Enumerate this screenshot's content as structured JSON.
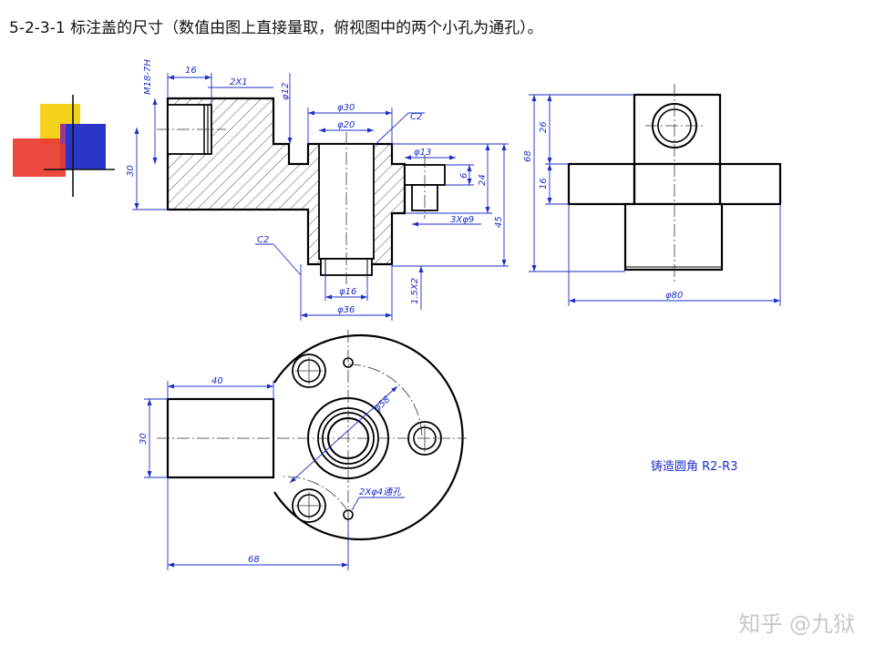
{
  "title": "5-2-3-1 标注盖的尺寸（数值由图上直接量取，俯视图中的两个小孔为通孔）。",
  "front_view": {
    "thread": "M18-7H",
    "dim_16": "16",
    "chamfer_2x1": "2X1",
    "dia_12": "φ12",
    "dia_30": "φ30",
    "dia_20": "φ20",
    "chamfer_c2_top": "C2",
    "dia_13": "φ13",
    "dim_6": "6",
    "dim_24": "24",
    "dim_30": "30",
    "holes_3x9": "3Xφ9",
    "dim_45": "45",
    "chamfer_c2_bottom": "C2",
    "dia_16": "φ16",
    "thread_1_5x2": "1.5X2",
    "dia_36": "φ36"
  },
  "side_view": {
    "dim_68": "68",
    "dim_26": "26",
    "dim_16": "16",
    "dia_80": "φ80"
  },
  "top_view": {
    "dim_40": "40",
    "dim_30": "30",
    "dia_58": "φ58",
    "holes_2x4": "2Xφ4通孔",
    "dim_68": "68"
  },
  "note": "铸造圆角 R2-R3",
  "watermark": "知乎 @九狱"
}
